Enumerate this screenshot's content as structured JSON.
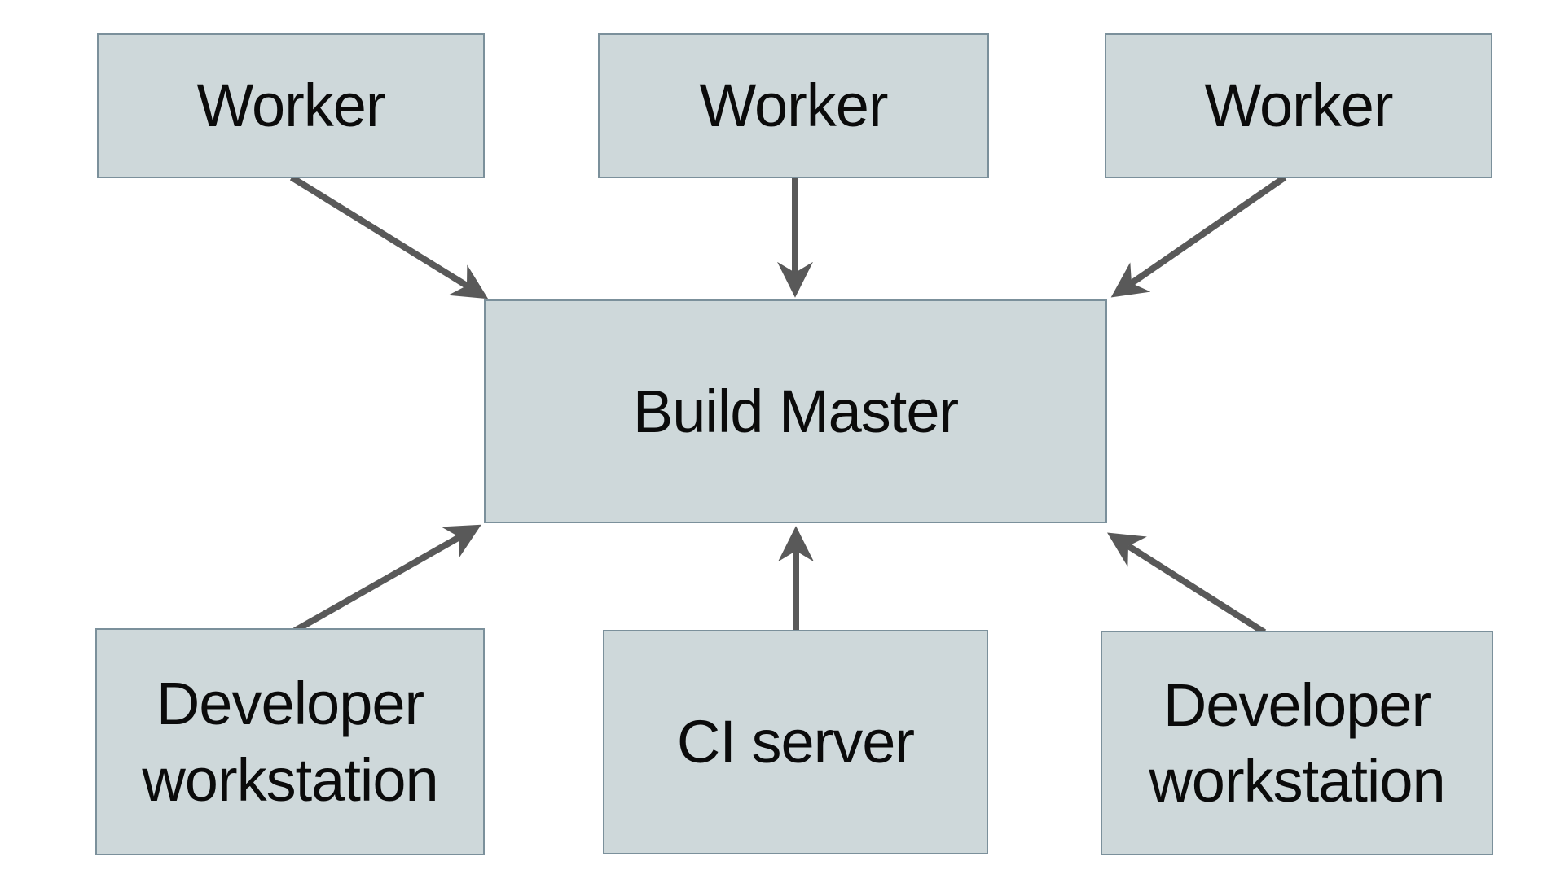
{
  "diagram": {
    "colors": {
      "box_fill": "#ced8da",
      "box_border": "#7b909b",
      "arrow": "#595959",
      "text": "#0b0b0b",
      "background": "#ffffff"
    },
    "nodes": [
      {
        "id": "worker-1",
        "label": "Worker"
      },
      {
        "id": "worker-2",
        "label": "Worker"
      },
      {
        "id": "worker-3",
        "label": "Worker"
      },
      {
        "id": "build-master",
        "label": "Build Master"
      },
      {
        "id": "developer-workstation-1",
        "label": "Developer workstation"
      },
      {
        "id": "ci-server",
        "label": "CI server"
      },
      {
        "id": "developer-workstation-2",
        "label": "Developer workstation"
      }
    ],
    "edges": [
      {
        "from": "worker-1",
        "to": "build-master"
      },
      {
        "from": "worker-2",
        "to": "build-master"
      },
      {
        "from": "worker-3",
        "to": "build-master"
      },
      {
        "from": "developer-workstation-1",
        "to": "build-master"
      },
      {
        "from": "ci-server",
        "to": "build-master"
      },
      {
        "from": "developer-workstation-2",
        "to": "build-master"
      }
    ]
  }
}
